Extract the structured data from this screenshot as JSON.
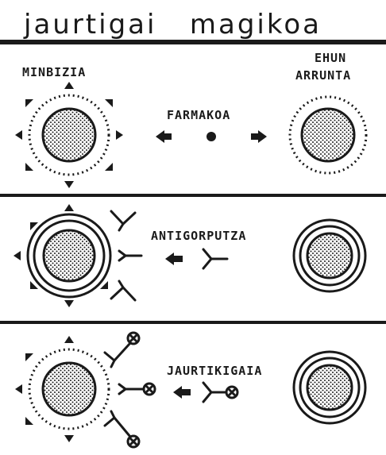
{
  "title": "jaurtigai   magikoa",
  "panel1": {
    "left_label": "MINBIZIA",
    "center_label": "FARMAKOA",
    "right_label_line1": "EHUN",
    "right_label_line2": "ARRUNTA"
  },
  "panel2": {
    "center_label": "ANTIGORPUTZA"
  },
  "panel3": {
    "center_label": "JAURTIKIGAIA"
  },
  "colors": {
    "ink": "#1a1a1a",
    "paper": "#ffffff"
  }
}
